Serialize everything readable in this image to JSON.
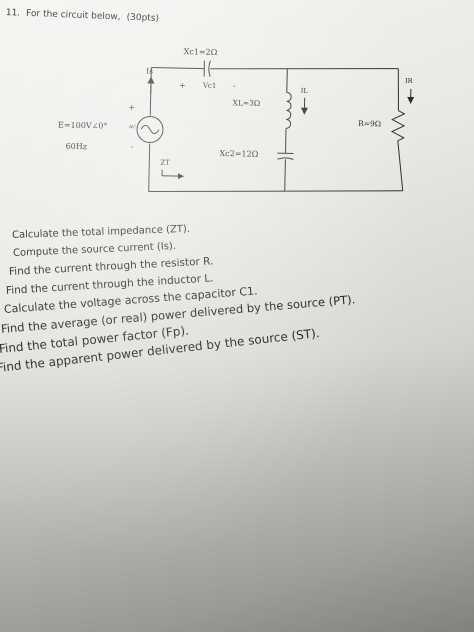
{
  "header": {
    "number": "11.",
    "text": "For the circuit below,",
    "points": "(30pts)"
  },
  "circuit": {
    "xc1": "Xc1=2Ω",
    "is": "Is",
    "vc1_plus": "+",
    "vc1": "Vc1",
    "vc1_minus": "-",
    "il": "IL",
    "ir": "IR",
    "xl": "XL=3Ω",
    "r": "R=9Ω",
    "source_plus": "+",
    "source": "E=100V∠0°",
    "ac": "AC",
    "freq": "60Hz",
    "source_minus": "-",
    "xc2": "Xc2=12Ω",
    "zt": "ZT"
  },
  "questions": [
    "Calculate the total impedance (ZT).",
    "Compute the source current (Is).",
    "Find the current through the resistor R.",
    "Find the current through the inductor L.",
    "Calculate the voltage across the capacitor C1.",
    "Find the average (or real) power delivered by the source (PT).",
    "Find the total power factor (Fp).",
    "Find the apparent power delivered by the source (ST)."
  ]
}
